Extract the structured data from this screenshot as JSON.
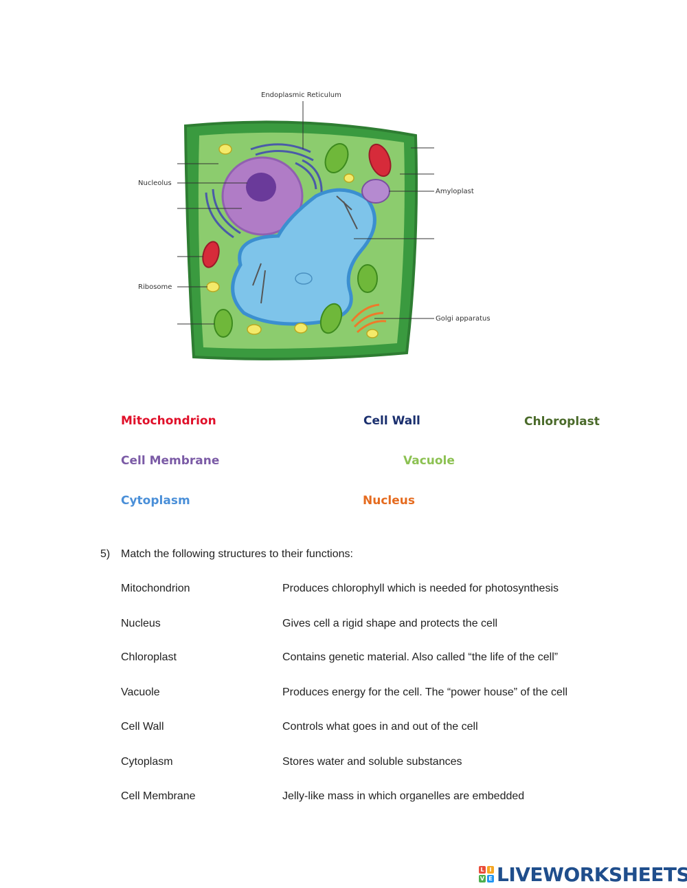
{
  "diagram": {
    "labels": {
      "er": "Endoplasmic Reticulum",
      "nucleolus": "Nucleolus",
      "ribosome": "Ribosome",
      "amyloplast": "Amyloplast",
      "golgi": "Golgi apparatus"
    }
  },
  "word_bank": [
    {
      "text": "Mitochondrion",
      "color": "#e0102a"
    },
    {
      "text": "Cell Wall",
      "color": "#1a2f6e"
    },
    {
      "text": "Chloroplast",
      "color": "#4a6a2a"
    },
    {
      "text": "Cell Membrane",
      "color": "#7b5ba6"
    },
    {
      "text": "Vacuole",
      "color": "#8cc152"
    },
    {
      "text": "Cytoplasm",
      "color": "#4a8fd8"
    },
    {
      "text": "Nucleus",
      "color": "#e56b1f"
    }
  ],
  "question": {
    "number": "5)",
    "prompt": "Match the following structures to their functions:",
    "structures": [
      "Mitochondrion",
      "Nucleus",
      "Chloroplast",
      "Vacuole",
      "Cell Wall",
      "Cytoplasm",
      "Cell Membrane"
    ],
    "functions": [
      "Produces chlorophyll which is needed for photosynthesis",
      "Gives cell a rigid shape and protects the cell",
      "Contains genetic material. Also called “the life of the cell”",
      "Produces energy for the cell. The “power house” of the cell",
      "Controls what goes in and out of the cell",
      "Stores water and soluble substances",
      "Jelly-like mass in which organelles are embedded"
    ]
  },
  "footer": {
    "logo_text": "LIVEWORKSHEETS",
    "logo_mark": [
      "L",
      "I",
      "V",
      "E"
    ],
    "logo_colors": [
      "#e94e3c",
      "#f5a623",
      "#4caf50",
      "#2196f3"
    ]
  }
}
